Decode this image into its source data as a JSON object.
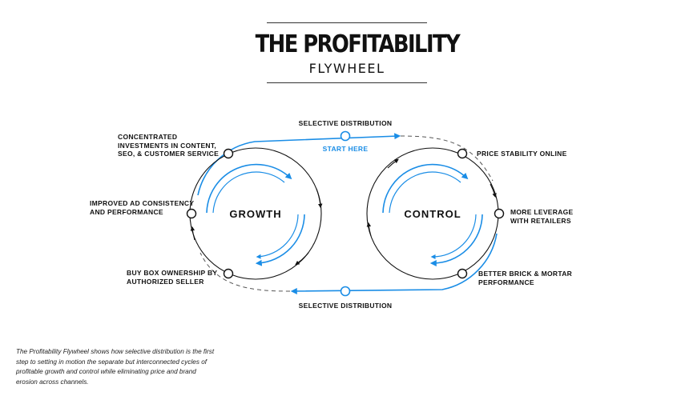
{
  "header": {
    "title": "THE PROFITABILITY",
    "subtitle": "FLYWHEEL"
  },
  "colors": {
    "accent": "#1a8de6",
    "ink": "#111111",
    "dash": "#555555"
  },
  "cycles": {
    "growth": "GROWTH",
    "control": "CONTROL"
  },
  "distribution": {
    "top": "SELECTIVE DISTRIBUTION",
    "start": "START HERE",
    "bottom": "SELECTIVE DISTRIBUTION"
  },
  "growth_nodes": {
    "investments": "CONCENTRATED\nINVESTMENTS IN CONTENT,\nSEO, & CUSTOMER SERVICE",
    "ads": "IMPROVED AD CONSISTENCY\nAND PERFORMANCE",
    "buybox": "BUY BOX OWNERSHIP BY\nAUTHORIZED SELLER"
  },
  "control_nodes": {
    "price": "PRICE STABILITY ONLINE",
    "leverage": "MORE LEVERAGE\nWITH RETAILERS",
    "brick": "BETTER BRICK & MORTAR\nPERFORMANCE"
  },
  "caption": "The Profitability Flywheel shows how selective distribution is the first step to setting in motion the separate but interconnected cycles of profitable growth and control while eliminating price and brand erosion across channels."
}
